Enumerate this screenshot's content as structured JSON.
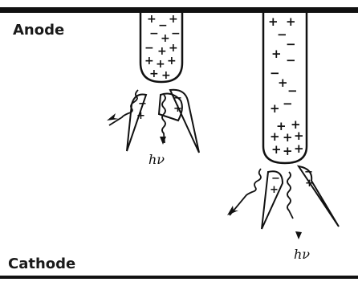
{
  "labels": {
    "anode": "Anode",
    "cathode": "Cathode"
  },
  "photon_label": "hν",
  "symbols": {
    "plus": "+",
    "minus": "−"
  },
  "colors": {
    "ink": "#111111",
    "background": "#ffffff"
  }
}
